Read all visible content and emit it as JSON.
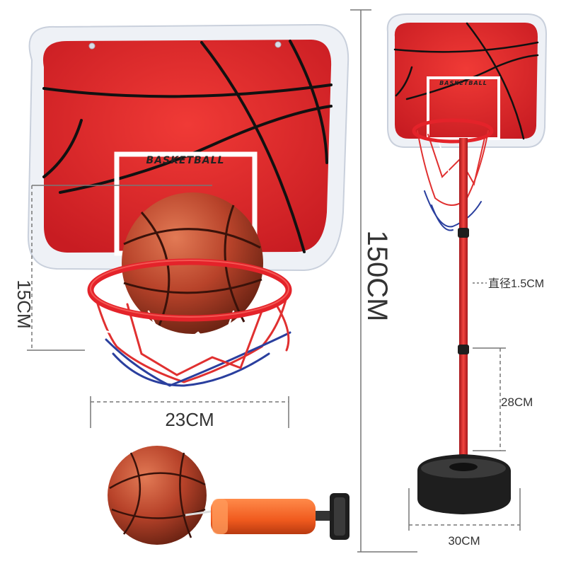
{
  "backboard_text": "BASKETBALL",
  "dimensions": {
    "board_height": "15CM",
    "rim_width": "23CM",
    "total_height": "150CM",
    "pole_diameter": "直径1.5CM",
    "pole_section": "28CM",
    "base_width": "30CM"
  },
  "colors": {
    "board_red": "#e8272b",
    "board_frame": "#eef1f6",
    "rim_red": "#e4232a",
    "ball_brown": "#b8432a",
    "net_red": "#e03030",
    "net_blue": "#2a3f9e",
    "base_black": "#1e1e1e",
    "pump_orange": "#f05a1e",
    "dimension_line": "#777777"
  }
}
